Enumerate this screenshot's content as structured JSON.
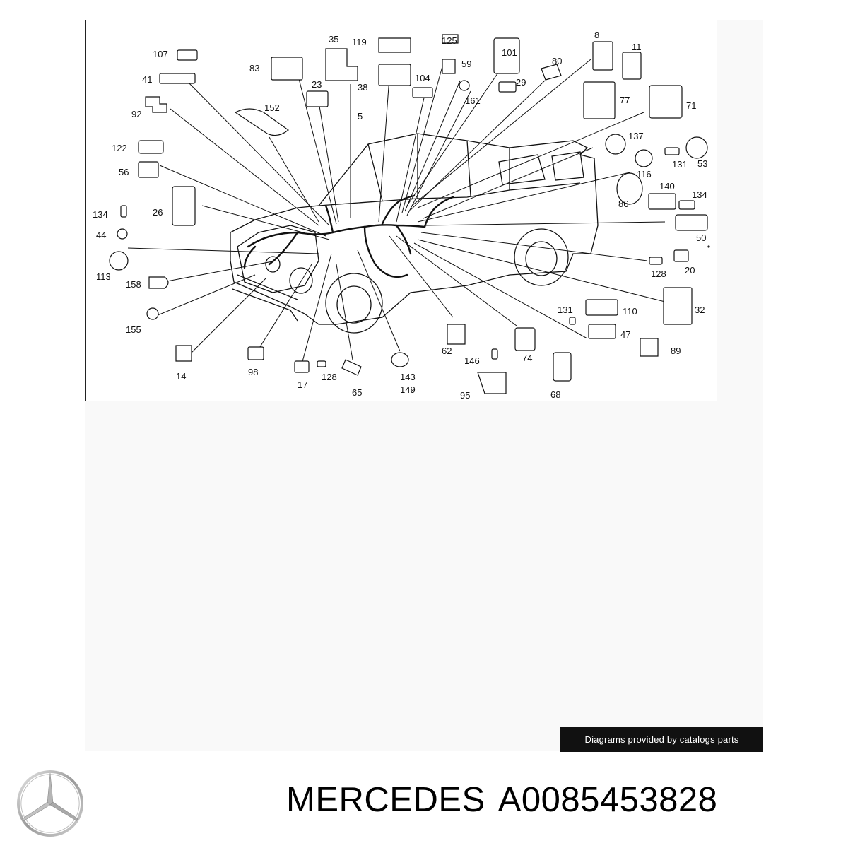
{
  "diagram": {
    "labels": [
      "107",
      "41",
      "92",
      "83",
      "35",
      "119",
      "125",
      "101",
      "8",
      "11",
      "59",
      "23",
      "38",
      "104",
      "80",
      "152",
      "161",
      "29",
      "77",
      "71",
      "5",
      "137",
      "122",
      "56",
      "116",
      "131",
      "53",
      "134",
      "26",
      "140",
      "86",
      "134",
      "44",
      "50",
      "113",
      "128",
      "20",
      "158",
      "32",
      "131",
      "110",
      "155",
      "47",
      "89",
      "14",
      "62",
      "74",
      "98",
      "146",
      "17",
      "128",
      "65",
      "143",
      "149",
      "95",
      "68"
    ]
  },
  "credit": "Diagrams provided by catalogs parts",
  "logo": "mercedes-star-logo",
  "title": {
    "brand": "MERCEDES",
    "part_number": "A0085453828"
  },
  "colors": {
    "ink": "#111111",
    "badge_bg": "#111111",
    "badge_text": "#ffffff",
    "background": "#ffffff"
  }
}
